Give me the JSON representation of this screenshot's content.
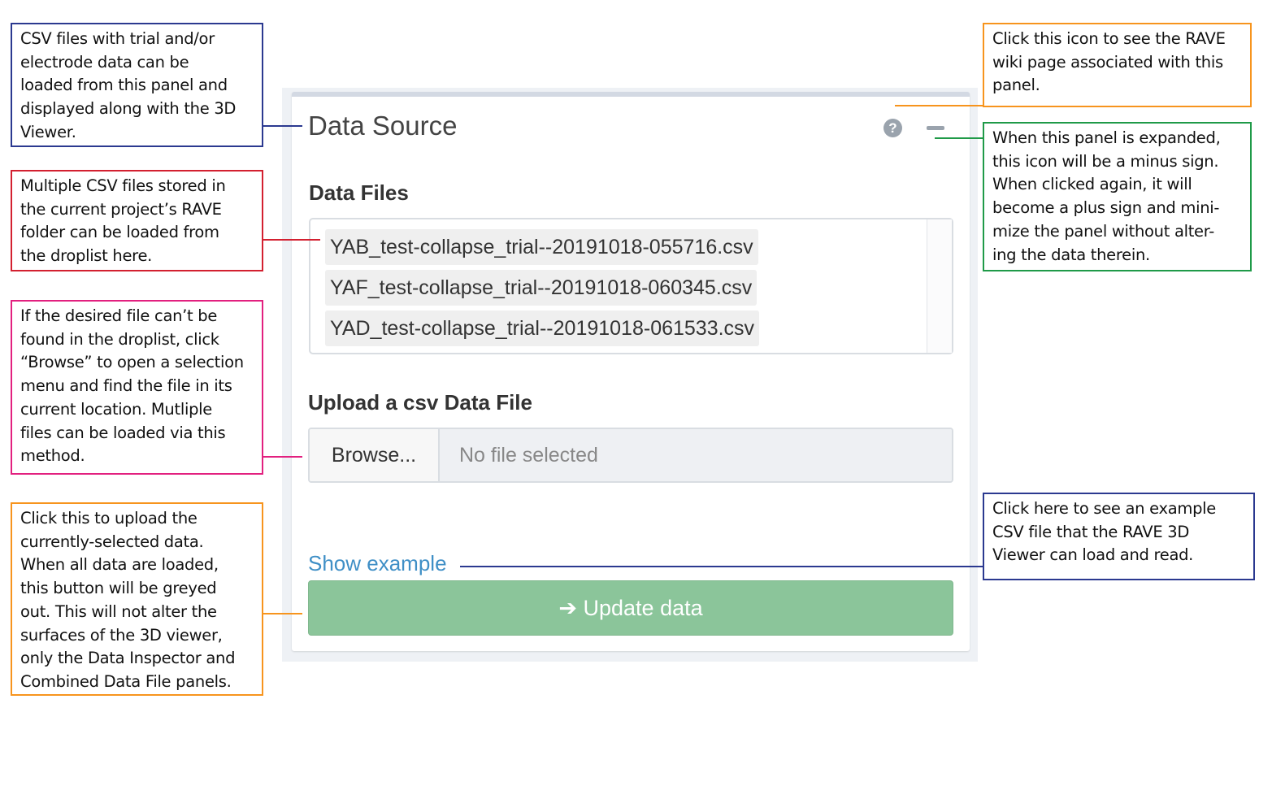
{
  "panel": {
    "title": "Data Source",
    "help_icon": "question-circle-icon",
    "minimize_icon": "minus-icon"
  },
  "data_files": {
    "label": "Data Files",
    "items": [
      "YAB_test-collapse_trial--20191018-055716.csv",
      "YAF_test-collapse_trial--20191018-060345.csv",
      "YAD_test-collapse_trial--20191018-061533.csv"
    ]
  },
  "upload": {
    "label": "Upload a csv Data File",
    "browse_label": "Browse...",
    "placeholder": "No file selected"
  },
  "show_example": "Show example",
  "update_button": {
    "icon": "arrow-right-icon",
    "arrow": "➔",
    "label": " Update data"
  },
  "callouts": {
    "csv_panel": [
      "CSV files with trial and/or",
      "electrode data can be",
      "loaded from this panel and",
      "displayed along with the 3D",
      "Viewer."
    ],
    "droplist": [
      "Multiple CSV files stored in",
      "the current project’s RAVE",
      "folder can be loaded from",
      "the droplist here."
    ],
    "browse": [
      "If the desired file can’t be",
      "found in the droplist, click",
      "“Browse” to open a selection",
      "menu and find the file in its",
      "current location. Mutliple",
      "files can be loaded via this",
      "method."
    ],
    "update": [
      "Click this to upload the",
      "currently-selected data.",
      "When all data are loaded,",
      "this button will be greyed",
      "out. This will not alter the",
      "surfaces of the 3D viewer,",
      "only the Data Inspector and",
      "Combined Data File panels."
    ],
    "help": [
      "Click this icon to see the RAVE",
      "wiki page associated with this",
      "panel."
    ],
    "minimize": [
      "When this panel is expanded,",
      "this icon will be a minus sign.",
      "When clicked again, it will",
      "become a plus sign and mini-",
      "mize the panel without alter-",
      "ing the data therein."
    ],
    "example": [
      "Click here to see an example",
      "CSV file that the RAVE 3D",
      "Viewer can load and read."
    ]
  },
  "colors": {
    "navy": "#2b3990",
    "red": "#d32030",
    "pink": "#e2207f",
    "orange": "#f7941d",
    "green": "#1f9a48",
    "link": "#3f8fc6",
    "update_button": "#8bc59a"
  }
}
